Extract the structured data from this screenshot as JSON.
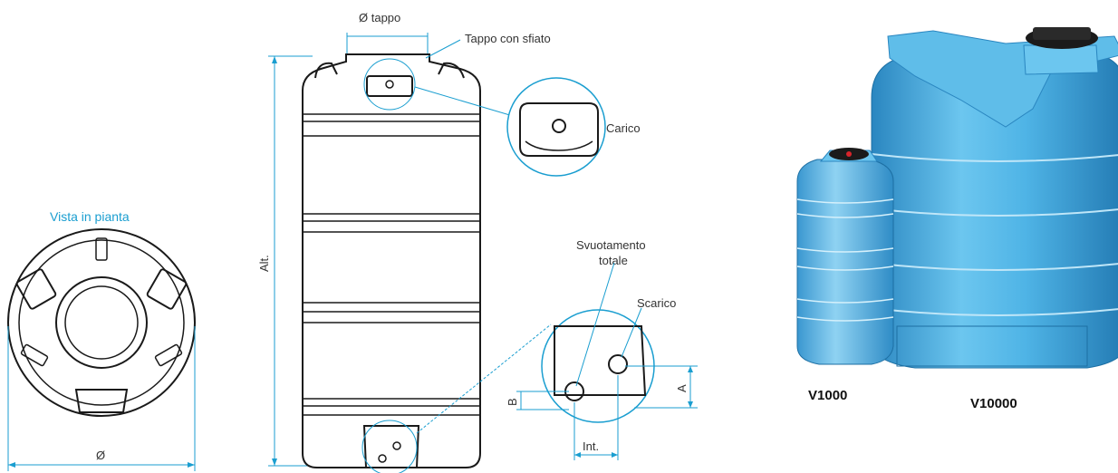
{
  "labels": {
    "plan_view": "Vista in pianta",
    "diameter": "Ø",
    "cap_diameter": "Ø tappo",
    "vented_cap": "Tappo con sfiato",
    "load": "Carico",
    "height": "Alt.",
    "total_drain_line1": "Svuotamento",
    "total_drain_line2": "totale",
    "drain": "Scarico",
    "dim_a": "A",
    "dim_b": "B",
    "dim_int": "Int."
  },
  "products": {
    "small_model": "V1000",
    "large_model": "V10000"
  },
  "colors": {
    "line": "#1a1a1a",
    "accent_blue": "#1a9ed0",
    "tank_blue": "#4fb4e6",
    "tank_blue_dark": "#2a86c0",
    "tank_blue_light": "#8fd2f2",
    "cap_black": "#1b1b1b"
  }
}
